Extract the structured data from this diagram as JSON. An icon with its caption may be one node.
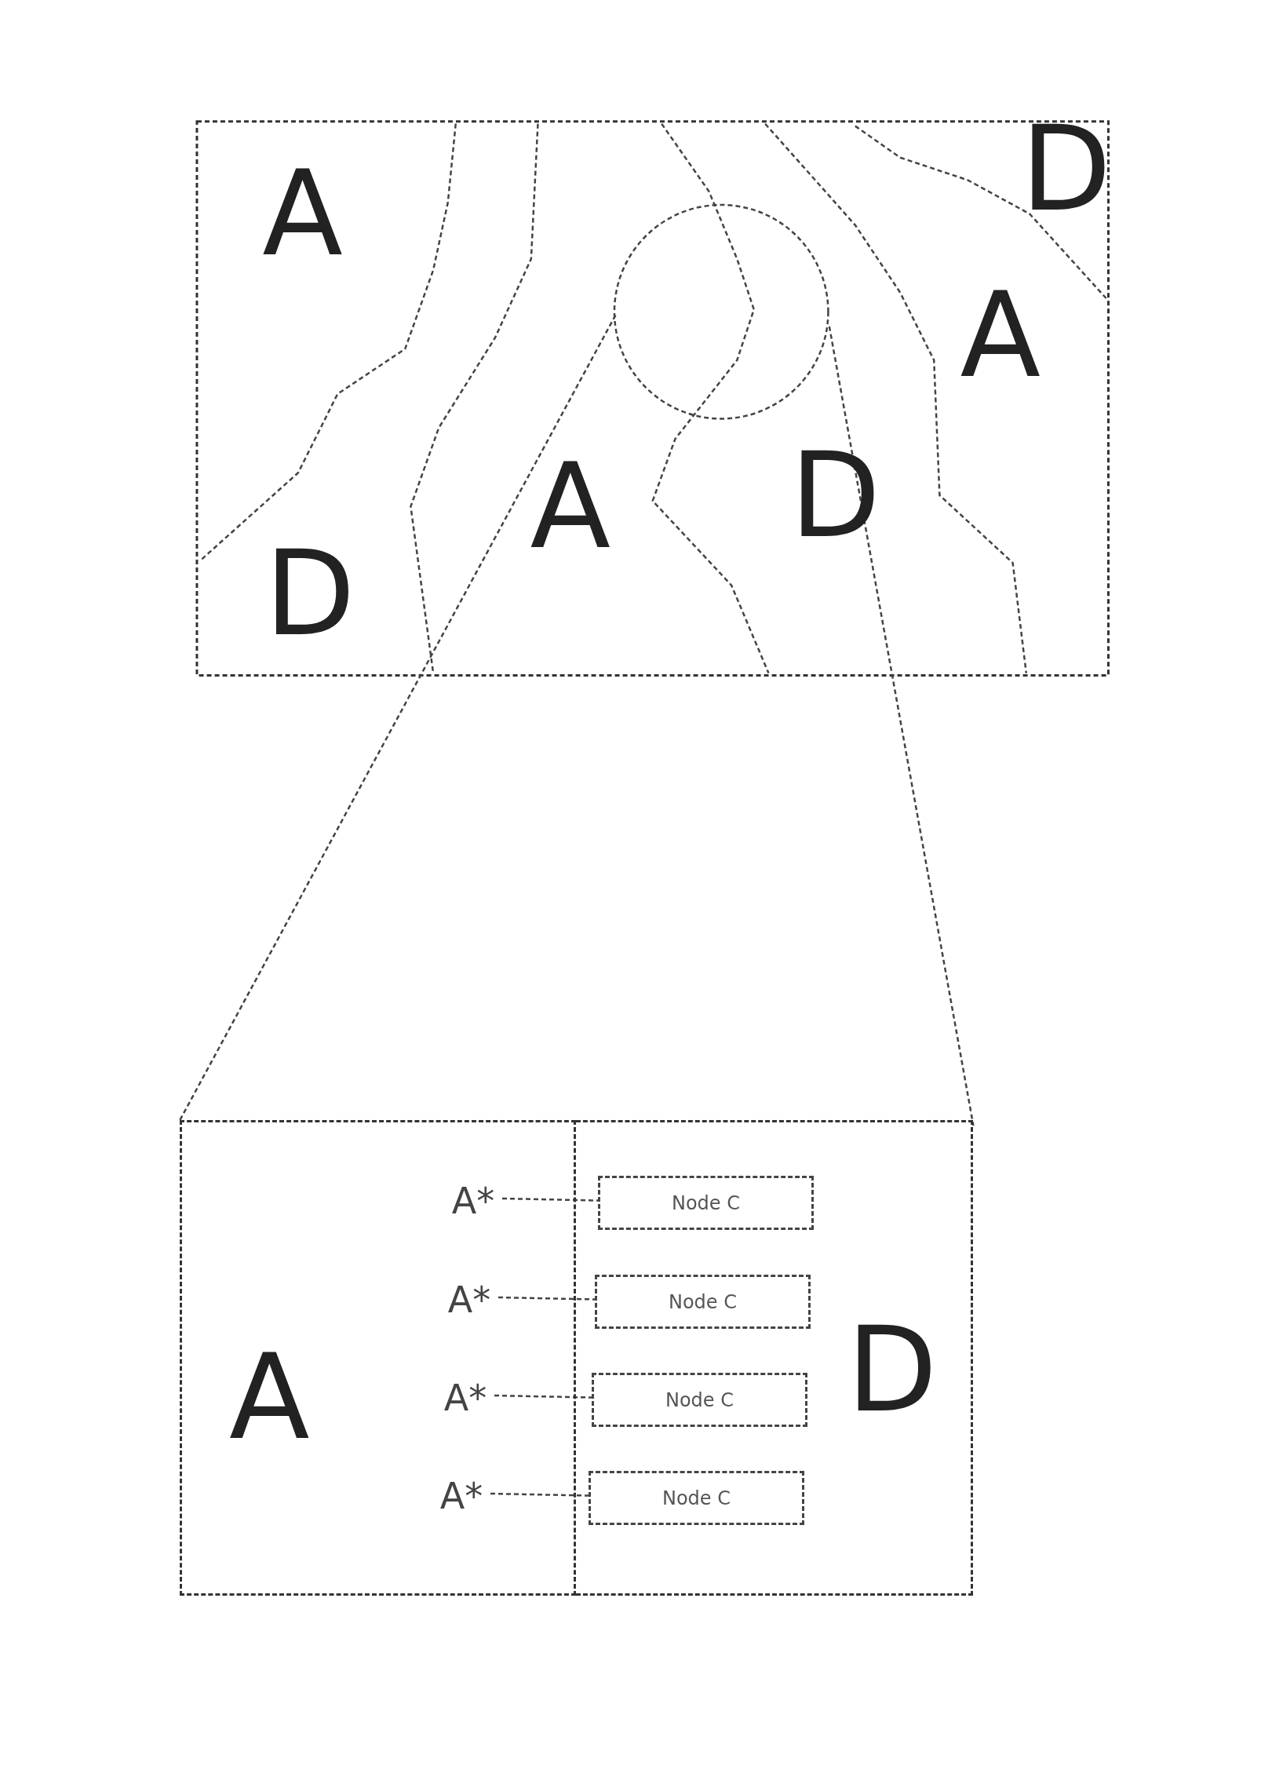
{
  "diagram": {
    "nodes": [
      {
        "text": [
          "A"
        ]
      },
      {
        "text": [
          "D"
        ]
      },
      {
        "text": [
          "A*"
        ],
        "in": 0
      },
      {
        "text": [
          "A*"
        ],
        "in": 0
      },
      {
        "text": [
          "A*"
        ],
        "in": 0
      },
      {
        "text": [
          "A*"
        ],
        "in": 0
      },
      {
        "text": [
          "Node C"
        ],
        "in": 1
      },
      {
        "text": [
          "Node C"
        ],
        "in": 1
      },
      {
        "text": [
          "Node C"
        ],
        "in": 1
      },
      {
        "text": [
          "Node C"
        ],
        "in": 1
      }
    ],
    "edges": [
      {
        "from": 2,
        "to": 6,
        "arrow": "none",
        "style": "dashed"
      },
      {
        "from": 3,
        "to": 7,
        "arrow": "none",
        "style": "dashed"
      },
      {
        "from": 4,
        "to": 8,
        "arrow": "none",
        "style": "dashed"
      },
      {
        "from": 5,
        "to": 9,
        "arrow": "none",
        "style": "dashed"
      }
    ],
    "labels": [
      "D",
      "A",
      "A",
      "A",
      "D",
      "D"
    ]
  }
}
